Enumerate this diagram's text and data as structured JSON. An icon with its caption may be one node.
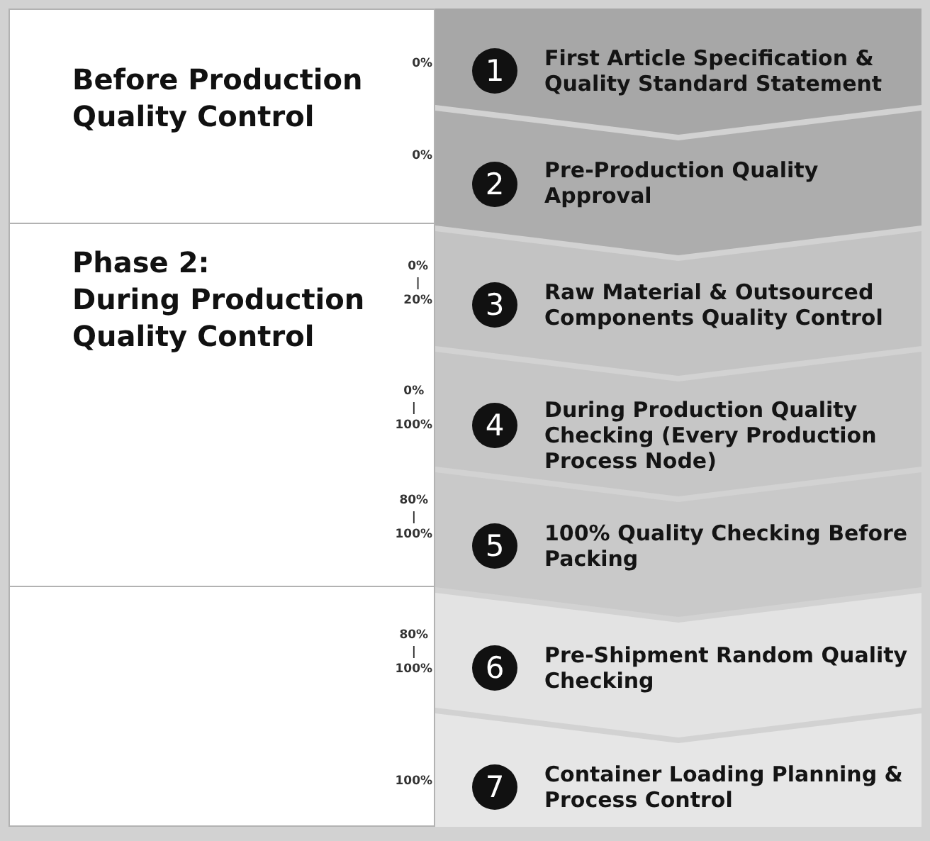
{
  "diagram": {
    "nodes": [
      {
        "text": [
          "Before Production Quality Control"
        ]
      },
      {
        "text": [
          "1",
          "First Article Specification & Quality Standard Statement"
        ],
        "beside": [
          "0%"
        ]
      },
      {
        "text": [
          "2",
          "Pre-Production Quality Approval"
        ],
        "beside": [
          "0%"
        ]
      },
      {
        "text": [
          "Phase 2:",
          "During Production Quality Control"
        ]
      },
      {
        "text": [
          "3",
          "Raw Material & Outsourced Components Quality Control"
        ],
        "beside": [
          "0% | 20%"
        ]
      },
      {
        "text": [
          "4",
          "During Production Quality Checking (Every Production Process Node)"
        ],
        "beside": [
          "0% | 100%"
        ]
      },
      {
        "text": [
          "5",
          "100% Quality Checking Before Packing"
        ],
        "beside": [
          "80% | 100%"
        ]
      },
      {
        "text": [],
        "shape": "box"
      },
      {
        "text": [
          "6",
          "Pre-Shipment Random Quality Checking"
        ],
        "beside": [
          "80% | 100%"
        ]
      },
      {
        "text": [
          "7",
          "Container Loading Planning & Process Control"
        ],
        "beside": [
          "100%"
        ]
      }
    ]
  }
}
